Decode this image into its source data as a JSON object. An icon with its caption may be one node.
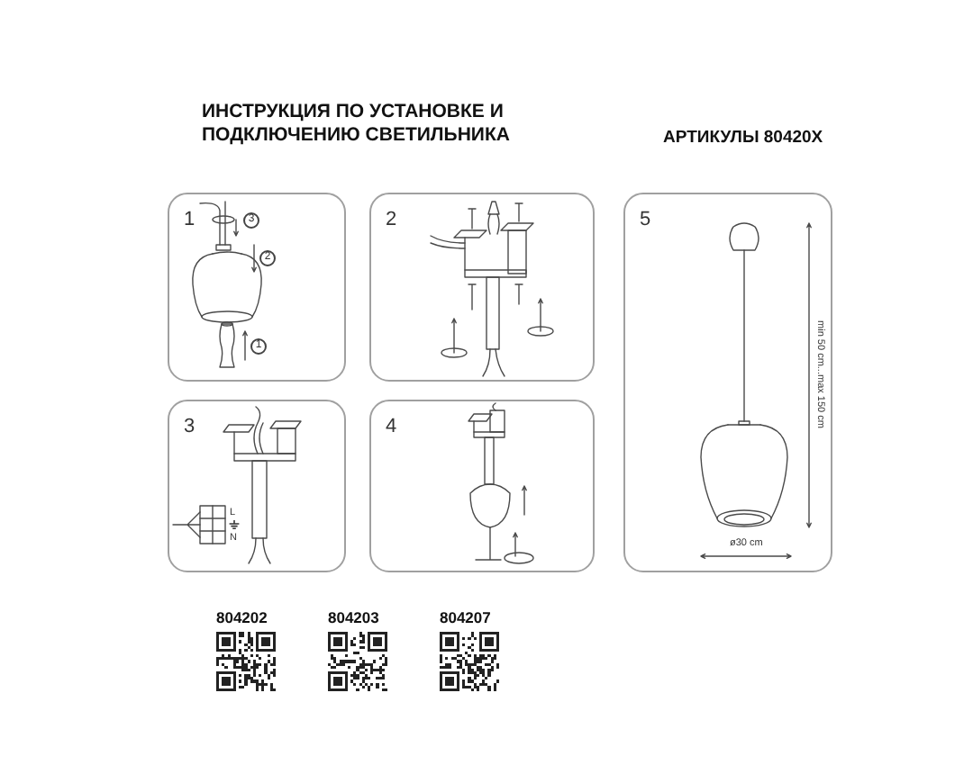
{
  "diagram": {
    "title": "ИНСТРУКЦИЯ ПО УСТАНОВКЕ И ПОДКЛЮЧЕНИЮ СВЕТИЛЬНИКА",
    "nodes": [
      {
        "text": [
          "1"
        ]
      },
      {
        "text": [
          "2"
        ]
      },
      {
        "text": [
          "3"
        ]
      },
      {
        "text": [
          "4"
        ]
      },
      {
        "text": [
          "5"
        ]
      }
    ],
    "labels": [
      "АРТИКУЛЫ 80420X",
      "3",
      "2",
      "1",
      "L",
      "N",
      "min 50 cm...max 150 cm",
      "ø30 cm",
      "804202",
      "804203",
      "804207"
    ]
  }
}
